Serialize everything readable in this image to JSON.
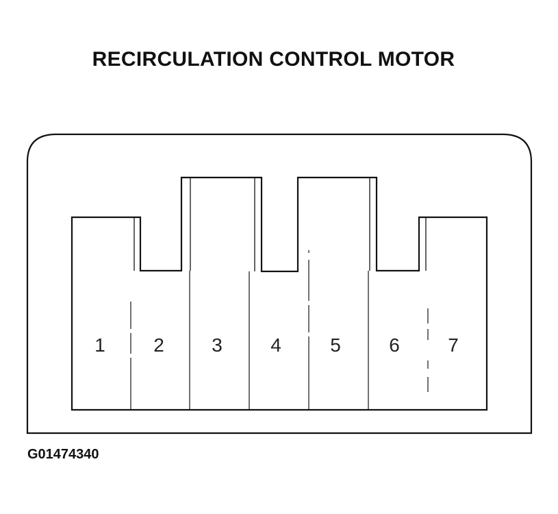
{
  "title": "RECIRCULATION CONTROL MOTOR",
  "figure_code": "G01474340",
  "connector": {
    "pins": [
      "1",
      "2",
      "3",
      "4",
      "5",
      "6",
      "7"
    ]
  }
}
